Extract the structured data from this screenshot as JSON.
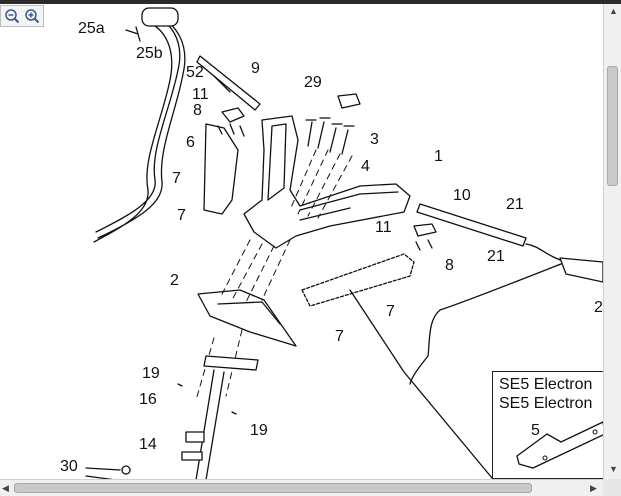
{
  "toolbar": {
    "zoom_out_icon": "zoom-out-icon",
    "zoom_in_icon": "zoom-in-icon"
  },
  "callouts": {
    "c25a": "25a",
    "c25b": "25b",
    "c9": "9",
    "c52": "52",
    "c11a": "11",
    "c8a": "8",
    "c29": "29",
    "c3": "3",
    "c6": "6",
    "c4": "4",
    "c1": "1",
    "c7a": "7",
    "c7b": "7",
    "c10": "10",
    "c21a": "21",
    "c11b": "11",
    "c21b": "21",
    "c8b": "8",
    "c2a": "2",
    "c2b": "2",
    "c7c": "7",
    "c7d": "7",
    "c19a": "19",
    "c16": "16",
    "c19b": "19",
    "c14": "14",
    "c30": "30",
    "c5": "5"
  },
  "inset": {
    "line1": "SE5 Electron",
    "line2": "SE5 Electron"
  },
  "scrollbars": {
    "up_arrow": "▲",
    "down_arrow": "▼",
    "left_arrow": "◀",
    "right_arrow": "▶"
  }
}
